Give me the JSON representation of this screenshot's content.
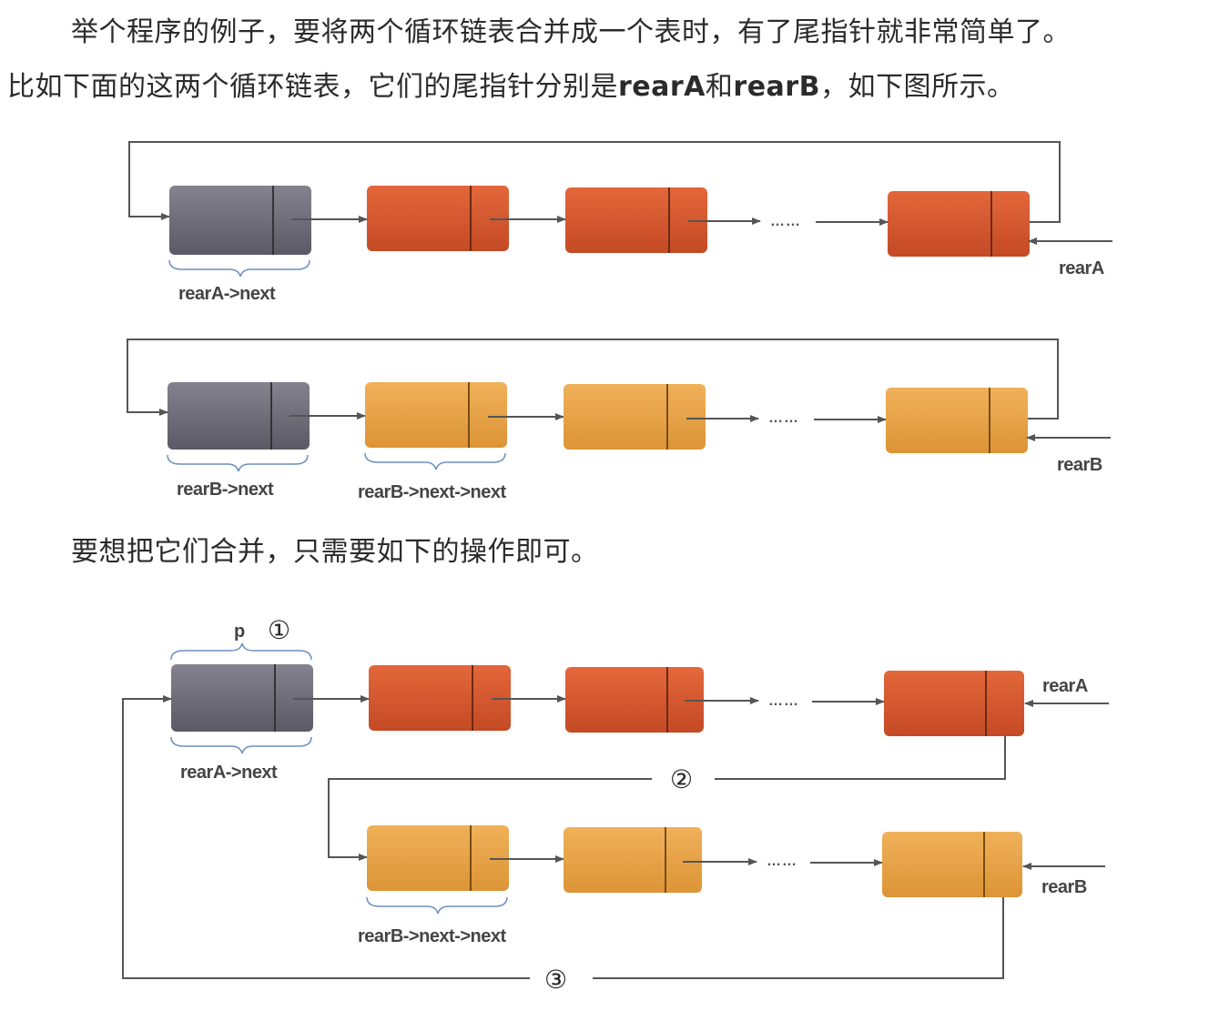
{
  "paragraph1": {
    "line1": "举个程序的例子，要将两个循环链表合并成一个表时，有了尾指针就非常简单了。",
    "line2_pre": "比如下面的这两个循环链表，它们的尾指针分别是",
    "line2_a": "rearA",
    "line2_and": "和",
    "line2_b": "rearB",
    "line2_post": "，如下图所示。"
  },
  "paragraph2": {
    "line1": "要想把它们合并，只需要如下的操作即可。"
  },
  "diagram1": {
    "ellipsis": "……",
    "label_rearA_next": "rearA->next",
    "label_rearA": "rearA"
  },
  "diagram2": {
    "ellipsis": "……",
    "label_rearB_next": "rearB->next",
    "label_rearB_next_next": "rearB->next->next",
    "label_rearB": "rearB"
  },
  "diagram3": {
    "ellipsis_a": "……",
    "ellipsis_b": "……",
    "label_p": "p",
    "step1": "①",
    "step2": "②",
    "step3": "③",
    "label_rearA_next": "rearA->next",
    "label_rearA": "rearA",
    "label_rearB_next_next": "rearB->next->next",
    "label_rearB": "rearB"
  },
  "colors": {
    "head_node": "#6e6b78",
    "list_a_node": "#d9582f",
    "list_b_node": "#e8a446",
    "line": "#555555"
  }
}
